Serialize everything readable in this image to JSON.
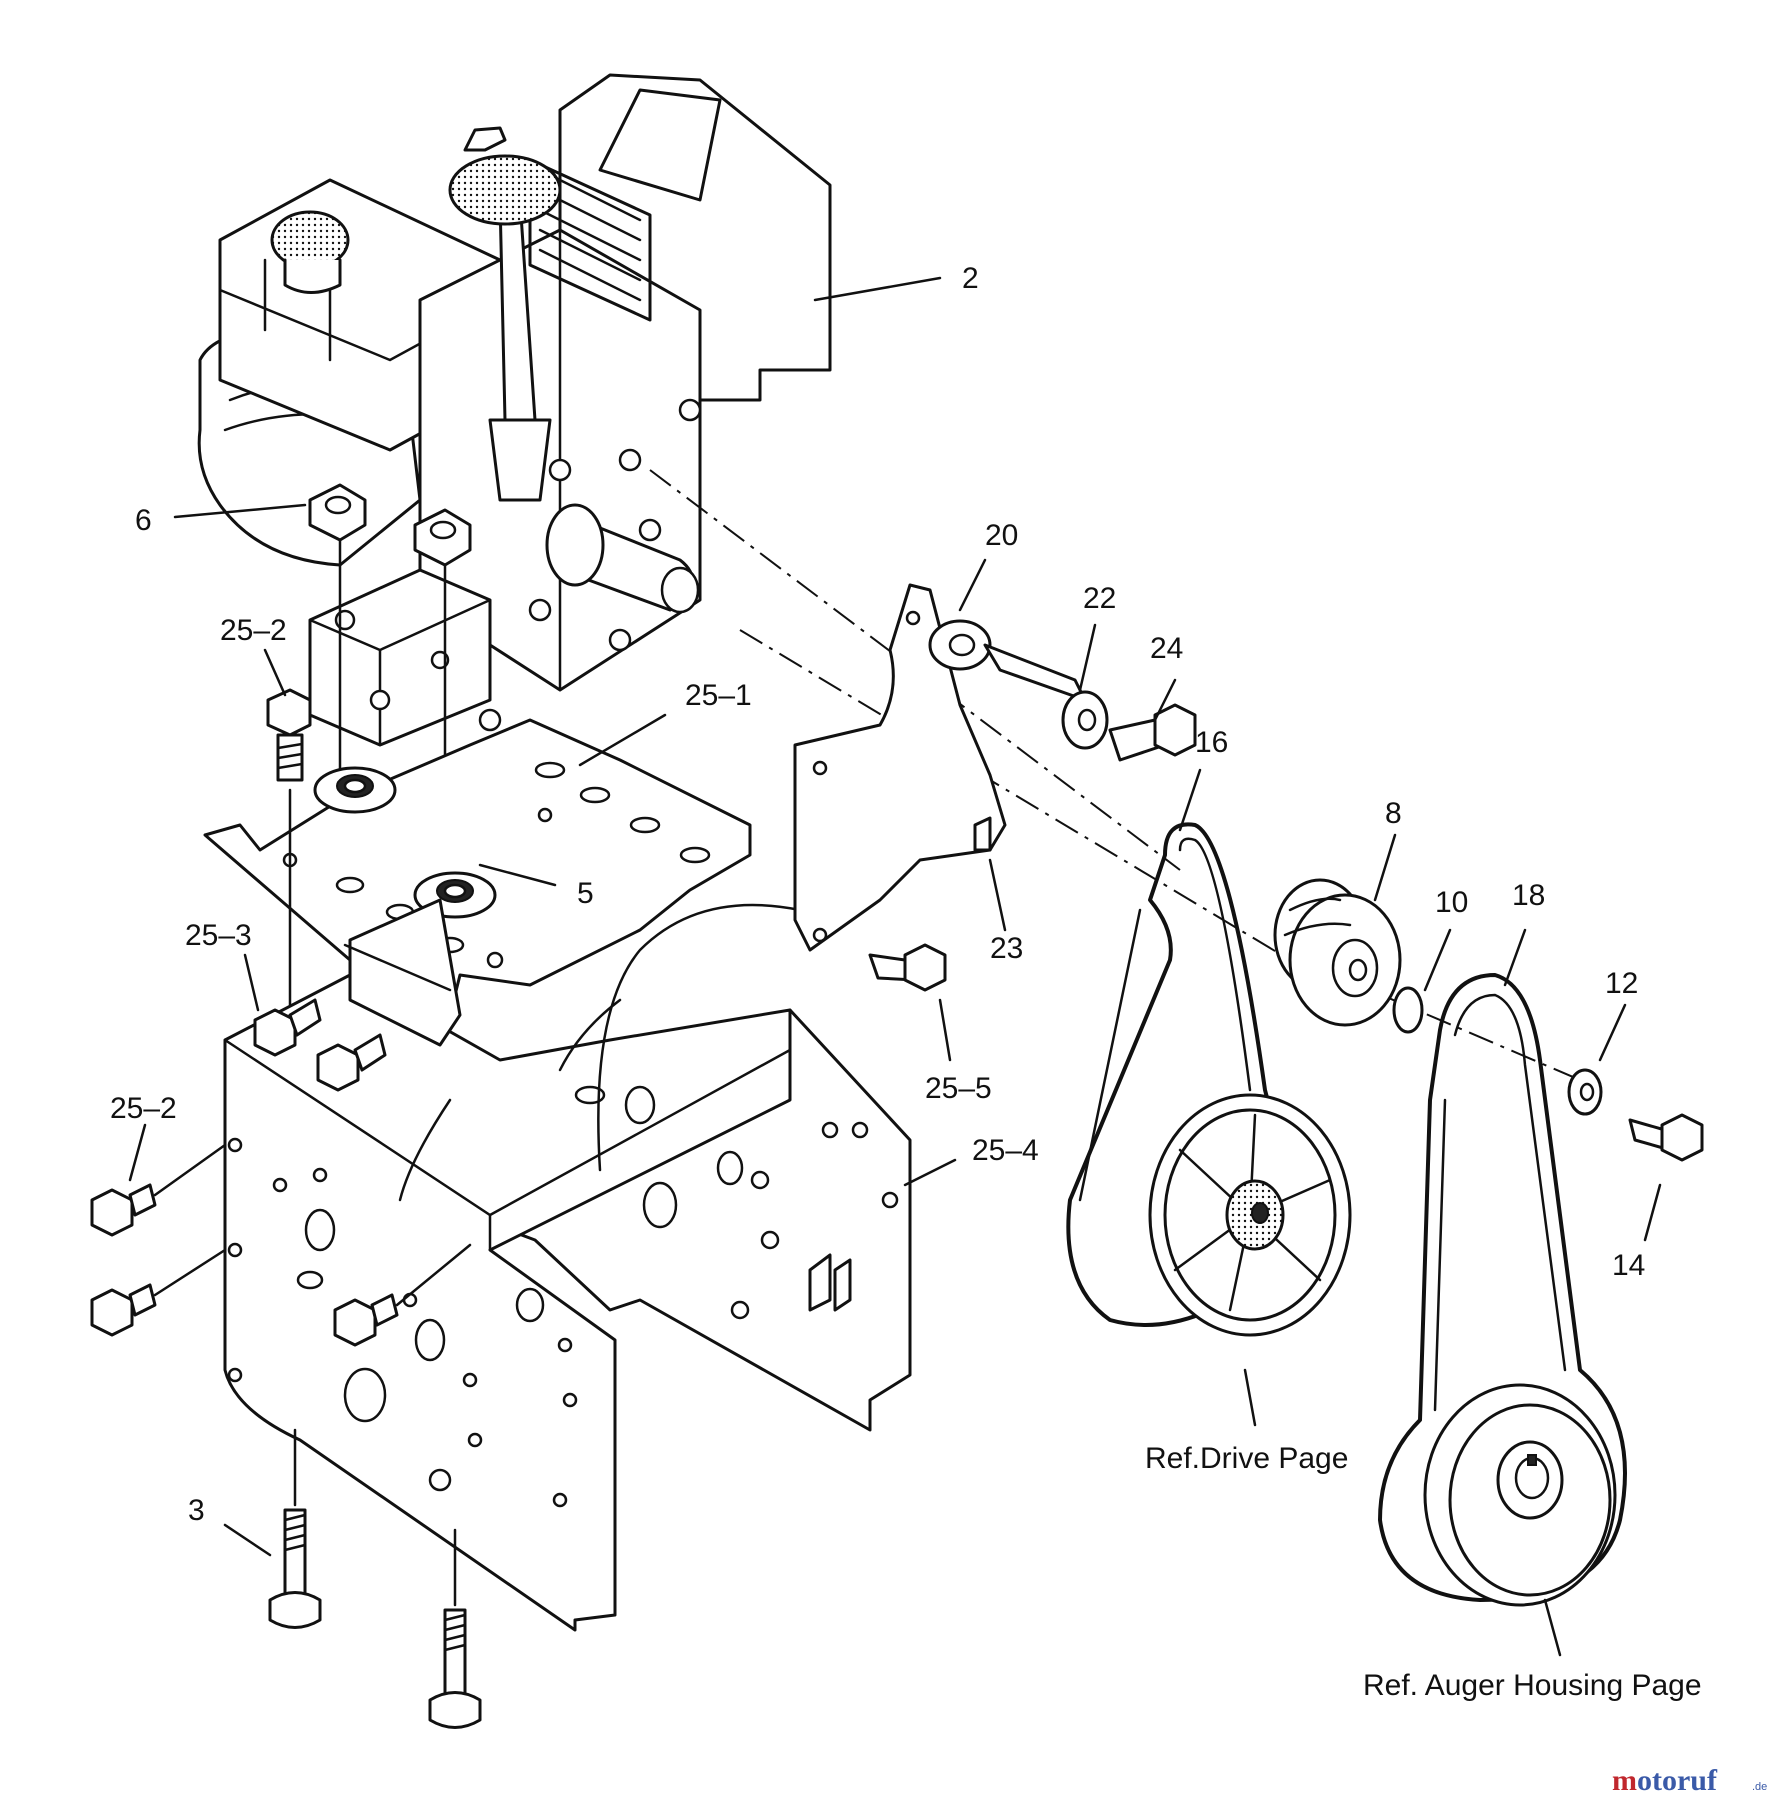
{
  "callouts": [
    {
      "id": "c2",
      "text": "2"
    },
    {
      "id": "c6",
      "text": "6"
    },
    {
      "id": "c20",
      "text": "20"
    },
    {
      "id": "c22",
      "text": "22"
    },
    {
      "id": "c24",
      "text": "24"
    },
    {
      "id": "c16",
      "text": "16"
    },
    {
      "id": "c8",
      "text": "8"
    },
    {
      "id": "c10",
      "text": "10"
    },
    {
      "id": "c18",
      "text": "18"
    },
    {
      "id": "c12",
      "text": "12"
    },
    {
      "id": "c14",
      "text": "14"
    },
    {
      "id": "c25_2a",
      "text": "25–2"
    },
    {
      "id": "c25_1",
      "text": "25–1"
    },
    {
      "id": "c5",
      "text": "5"
    },
    {
      "id": "c23",
      "text": "23"
    },
    {
      "id": "c25_3",
      "text": "25–3"
    },
    {
      "id": "c25_5",
      "text": "25–5"
    },
    {
      "id": "c25_2b",
      "text": "25–2"
    },
    {
      "id": "c25_4",
      "text": "25–4"
    },
    {
      "id": "c3",
      "text": "3"
    }
  ],
  "references": {
    "drive": "Ref.Drive Page",
    "auger": "Ref. Auger Housing Page"
  },
  "watermark": {
    "brand_main": "motoruf",
    "brand_suffix": ".de",
    "colors": {
      "m": "#c0272d",
      "rest": "#3a5aa8"
    }
  }
}
